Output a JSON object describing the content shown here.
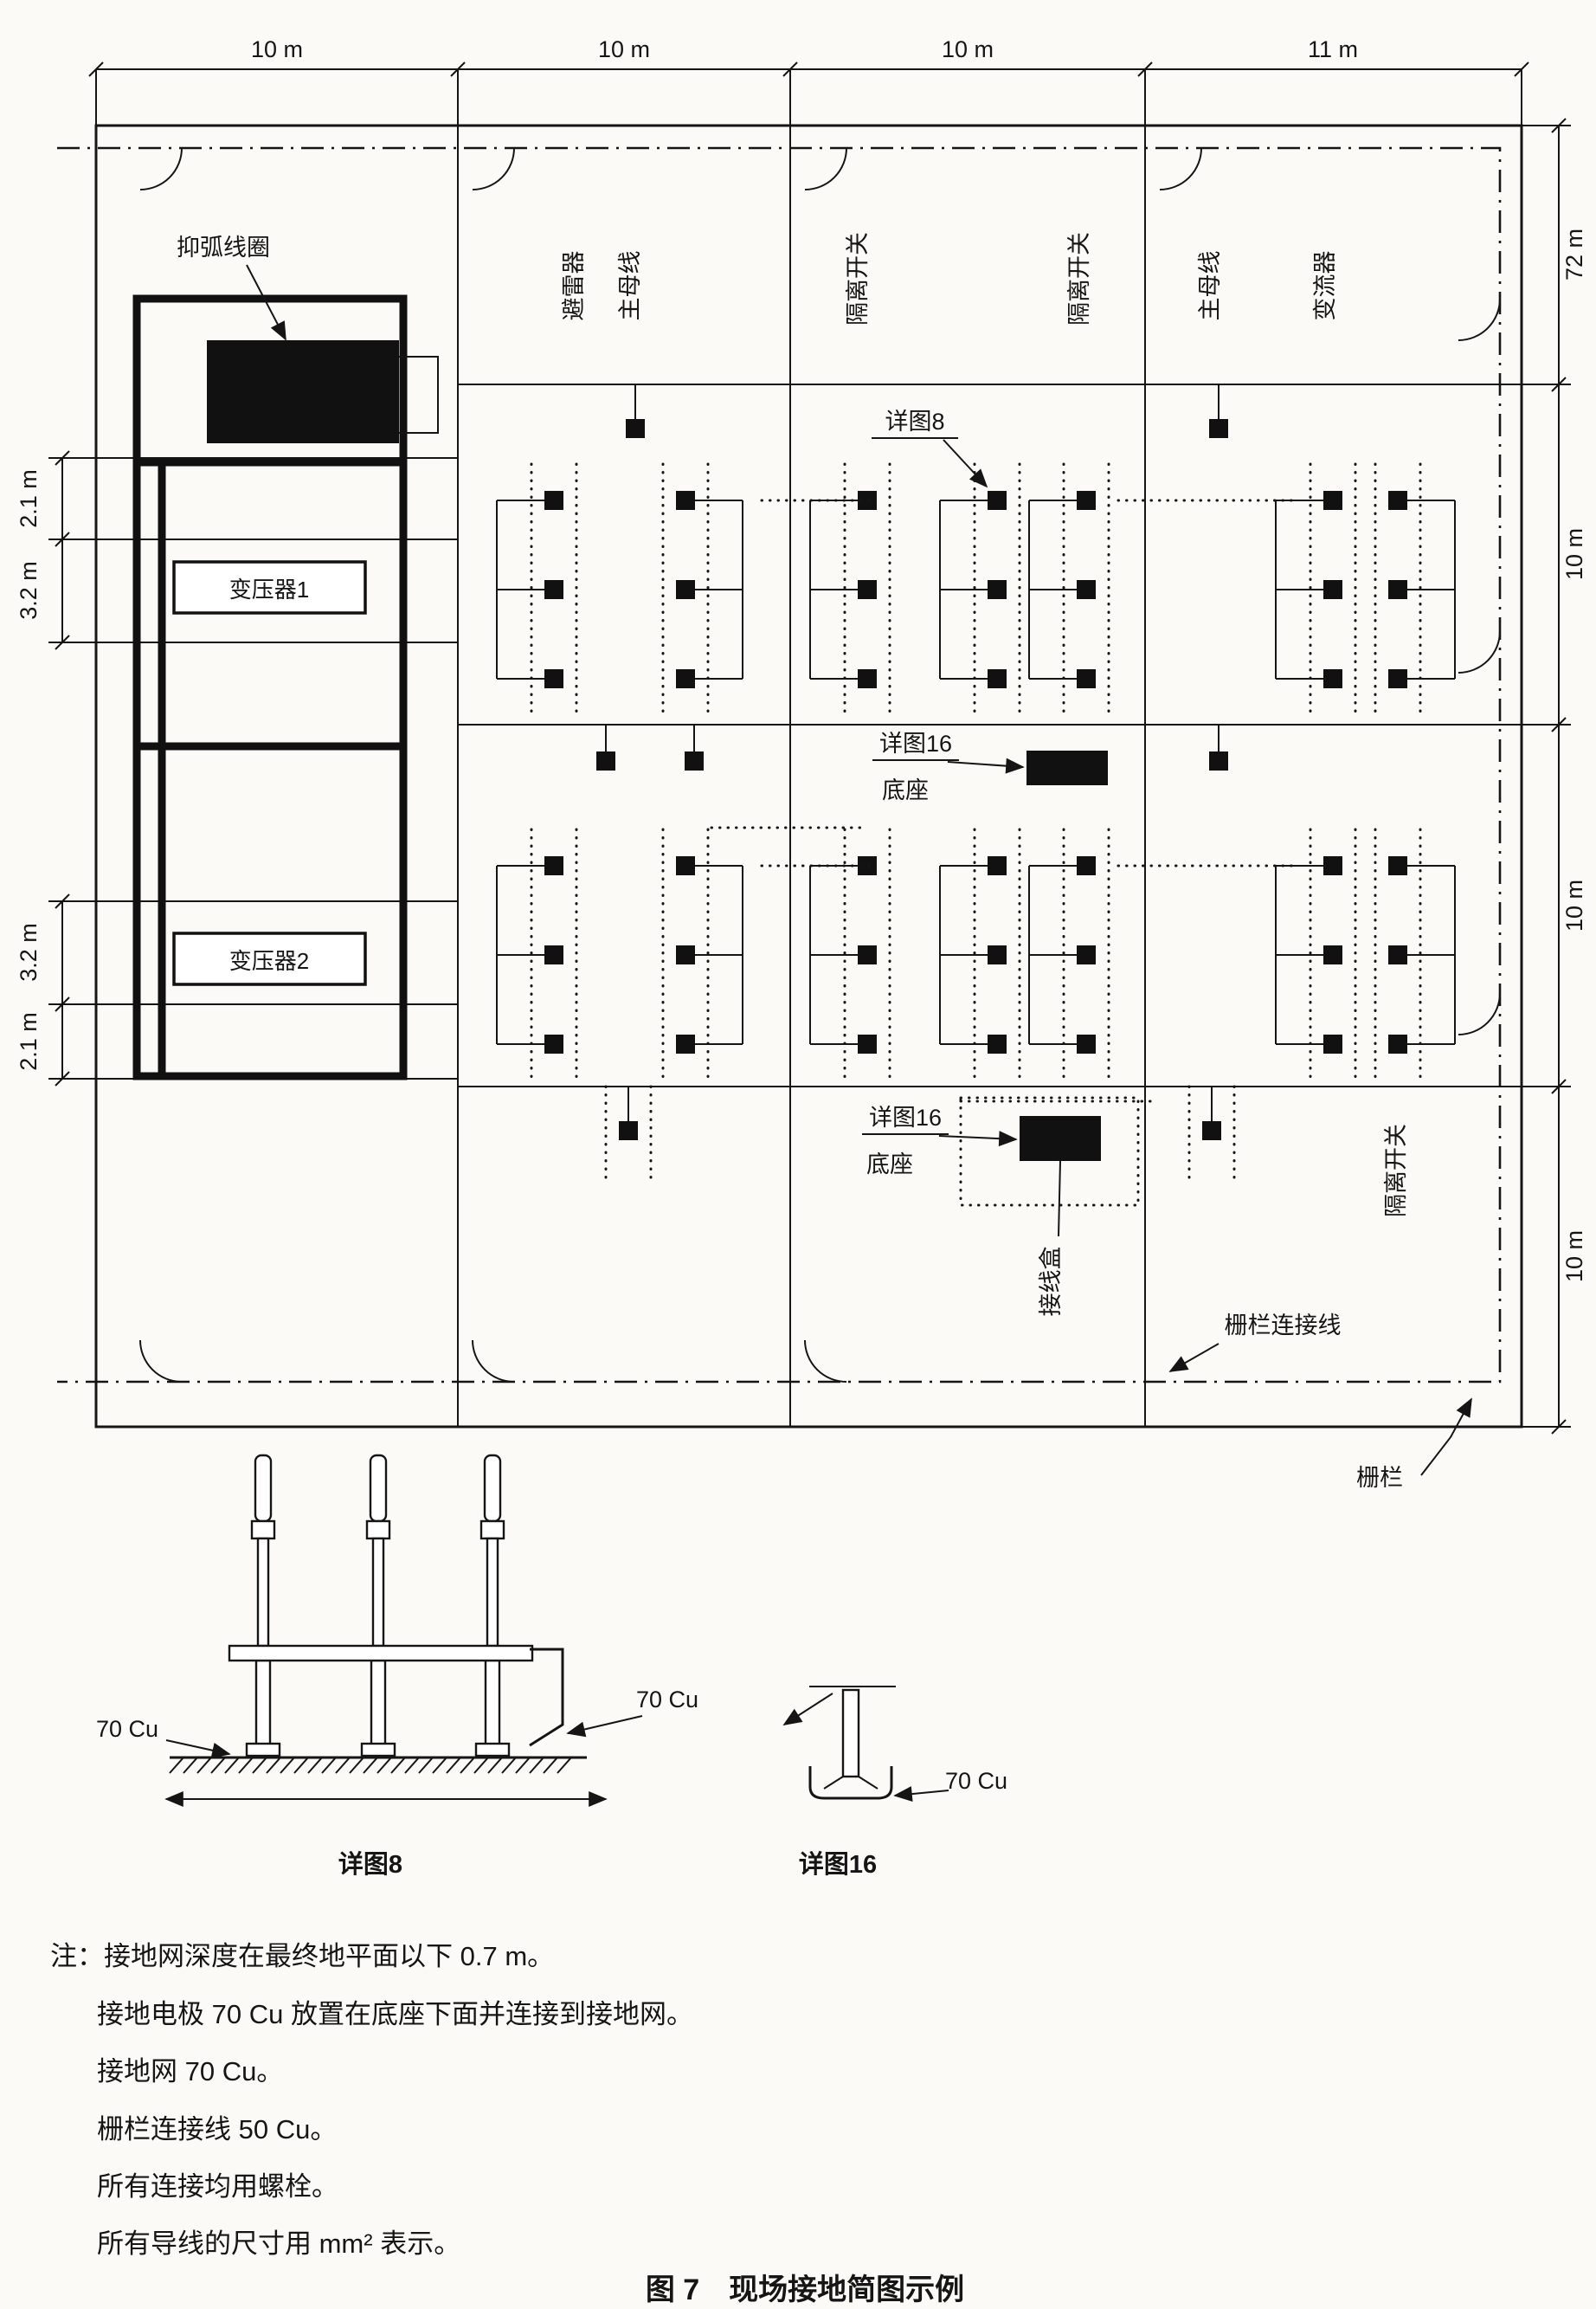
{
  "figure": {
    "caption": "图 7　现场接地简图示例"
  },
  "dimensions": {
    "top": [
      "10 m",
      "10 m",
      "10 m",
      "11 m"
    ],
    "right": [
      "72 m",
      "10 m",
      "10 m",
      "10 m"
    ],
    "left_upper": [
      "2.1 m",
      "3.2 m"
    ],
    "left_lower": [
      "3.2 m",
      "2.1 m"
    ]
  },
  "equipment_labels": {
    "arc_suppression_coil": "抑弧线圈",
    "arrester": "避雷器",
    "main_bus_left": "主母线",
    "disconnector_a": "隔离开关",
    "disconnector_b": "隔离开关",
    "main_bus_right": "主母线",
    "converter": "变流器",
    "transformer_1": "变压器1",
    "transformer_2": "变压器2",
    "disconnector_c": "隔离开关"
  },
  "annotations": {
    "detail8_ref": "详图8",
    "detail16_ref_upper": "详图16",
    "base_upper": "底座",
    "detail16_ref_lower": "详图16",
    "base_lower": "底座",
    "junction_box": "接线盒",
    "fence_connection": "栅栏连接线",
    "fence": "栅栏"
  },
  "details": {
    "detail8": {
      "cu_left": "70 Cu",
      "cu_right": "70 Cu",
      "caption": "详图8"
    },
    "detail16": {
      "cu": "70 Cu",
      "caption": "详图16"
    }
  },
  "notes": {
    "lines": [
      "注：接地网深度在最终地平面以下 0.7 m。",
      "接地电极 70 Cu 放置在底座下面并连接到接地网。",
      "接地网 70 Cu。",
      "栅栏连接线 50 Cu。",
      "所有连接均用螺栓。",
      "所有导线的尺寸用 mm² 表示。"
    ]
  }
}
